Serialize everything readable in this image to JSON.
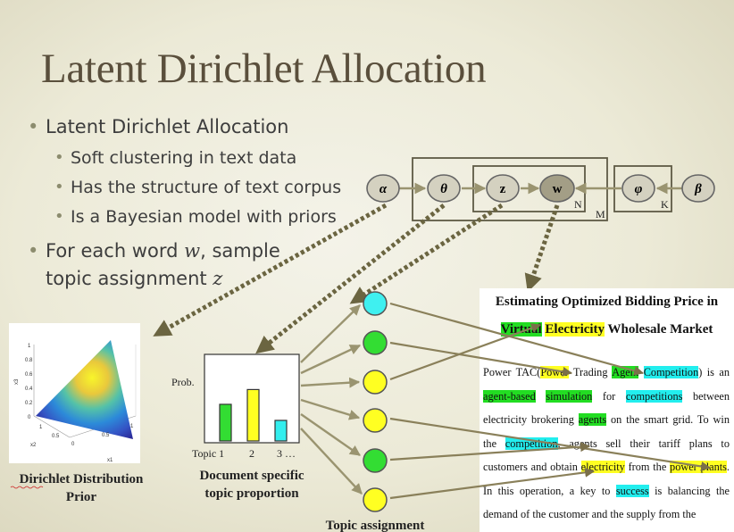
{
  "title": "Latent Dirichlet Allocation",
  "bullets": {
    "b1": "Latent Dirichlet Allocation",
    "b1_subs": [
      "Soft clustering in text data",
      "Has the structure of text corpus",
      "Is a Bayesian model with priors"
    ],
    "b2_line1_pre": "For each word ",
    "b2_var1": "w",
    "b2_line1_post": ", sample",
    "b2_line2_pre": "topic assignment ",
    "b2_var2": "z"
  },
  "graph": {
    "nodes": [
      "α",
      "θ",
      "z",
      "w",
      "φ",
      "β"
    ],
    "plates": {
      "n": "N",
      "m": "M",
      "k": "K"
    }
  },
  "dirichlet": {
    "caption_line1": "Dirichlet Distribution",
    "caption_line2": "Prior",
    "z_label": "x3",
    "x_label": "x1",
    "y_label": "x2",
    "z_ticks": [
      "1",
      "0.8",
      "0.6",
      "0.4",
      "0.2",
      "0"
    ],
    "x_ticks": [
      "0",
      "0.5",
      "1"
    ],
    "y_ticks": [
      "1",
      "0.5"
    ]
  },
  "histogram": {
    "ylabel": "Prob.",
    "x_labels": [
      "Topic 1",
      "2",
      "3 …"
    ],
    "caption_line1": "Document specific",
    "caption_line2": "topic proportion",
    "bars": [
      {
        "value": 0.57,
        "color": "#33dd33"
      },
      {
        "value": 0.8,
        "color": "#ffff22"
      },
      {
        "value": 0.32,
        "color": "#33eeee"
      }
    ]
  },
  "topic_assignment": {
    "caption": "Topic assignment",
    "circles": [
      "#3ff0f0",
      "#33dd33",
      "#ffff22",
      "#ffff22",
      "#33dd33",
      "#ffff22"
    ]
  },
  "document": {
    "title_line1": "Estimating Optimized Bidding Price in",
    "t2_w1": "Virtual",
    "t2_w2": "Electricity",
    "t2_rest": " Wholesale Market",
    "p": [
      "Power TAC(",
      "Power",
      " Trading ",
      "Agent",
      " ",
      "Competition",
      ") is an ",
      "agent-based",
      " ",
      "simulation",
      " for ",
      "competitions",
      " between electricity brokering ",
      "agents",
      " on the smart grid. To win the ",
      "competition",
      ", agents sell their tariff plans to customers and obtain ",
      "electricity",
      " from the ",
      "power plants",
      ". In this operation, a key to ",
      "success",
      " is balancing the demand of the customer and the supply from the"
    ]
  },
  "colors": {
    "title": "#5a4f3c",
    "arrow": "#9a9470",
    "dotted": "#6b6541",
    "node_fill": "#d4d1c0",
    "w_fill": "#a39e86"
  }
}
